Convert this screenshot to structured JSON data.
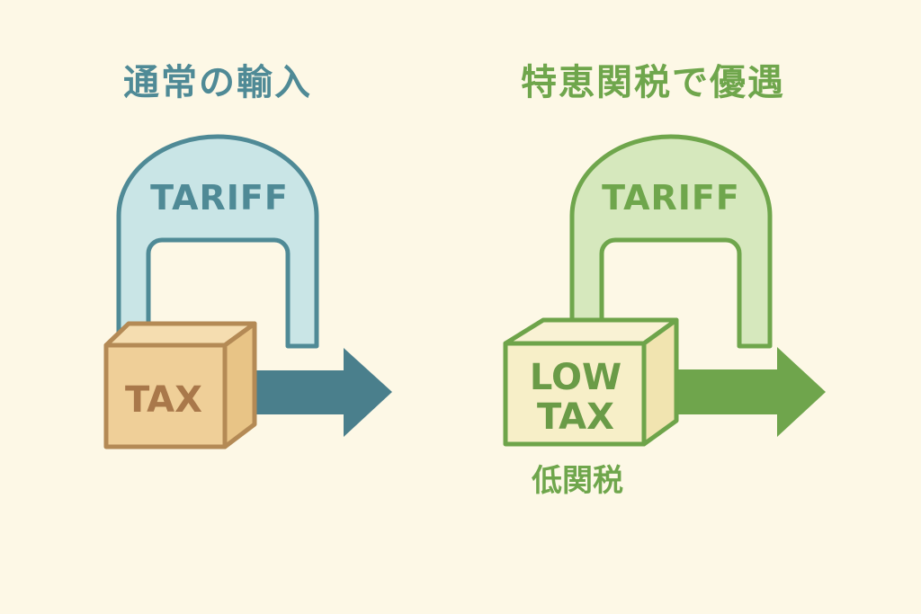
{
  "left_panel": {
    "heading": "通常の輸入",
    "arch_label": "TARIFF",
    "box_label": "TAX"
  },
  "right_panel": {
    "heading": "特恵関税で優遇",
    "arch_label": "TARIFF",
    "box_label_line1": "LOW",
    "box_label_line2": "TAX",
    "caption": "低関税"
  },
  "colors": {
    "background": "#fdf8e6",
    "left_accent": "#4f8a96",
    "left_arch_fill": "#c9e5e6",
    "left_arrow": "#4a7f8c",
    "left_box_face": "#efcf98",
    "left_box_top": "#f5ddb0",
    "left_box_side": "#e8c486",
    "left_box_stroke": "#b48a55",
    "left_box_text": "#a9784a",
    "right_accent": "#6fa64c",
    "right_arch_fill": "#d6e8bd",
    "right_arrow": "#6fa54c",
    "right_box_face": "#f7efc8",
    "right_box_top": "#f9f2d4",
    "right_box_side": "#f1e4b0",
    "right_box_stroke": "#6ea44a",
    "right_box_text": "#6a9b47"
  }
}
